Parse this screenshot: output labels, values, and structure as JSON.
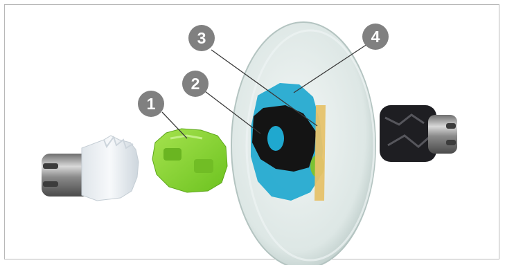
{
  "callouts": [
    {
      "number": "1"
    },
    {
      "number": "2"
    },
    {
      "number": "3"
    },
    {
      "number": "4"
    }
  ],
  "colors": {
    "frame_border": "#b8b8b8",
    "badge_fill": "#808080",
    "lens": "#dfe8e6",
    "blue_layer": "#1fa8cf",
    "black_plate": "#141414",
    "green_part": "#8bd63a",
    "amber_strip": "#e6c26a",
    "metal": "#9a9a9a",
    "white_cap": "#e9eef2"
  }
}
